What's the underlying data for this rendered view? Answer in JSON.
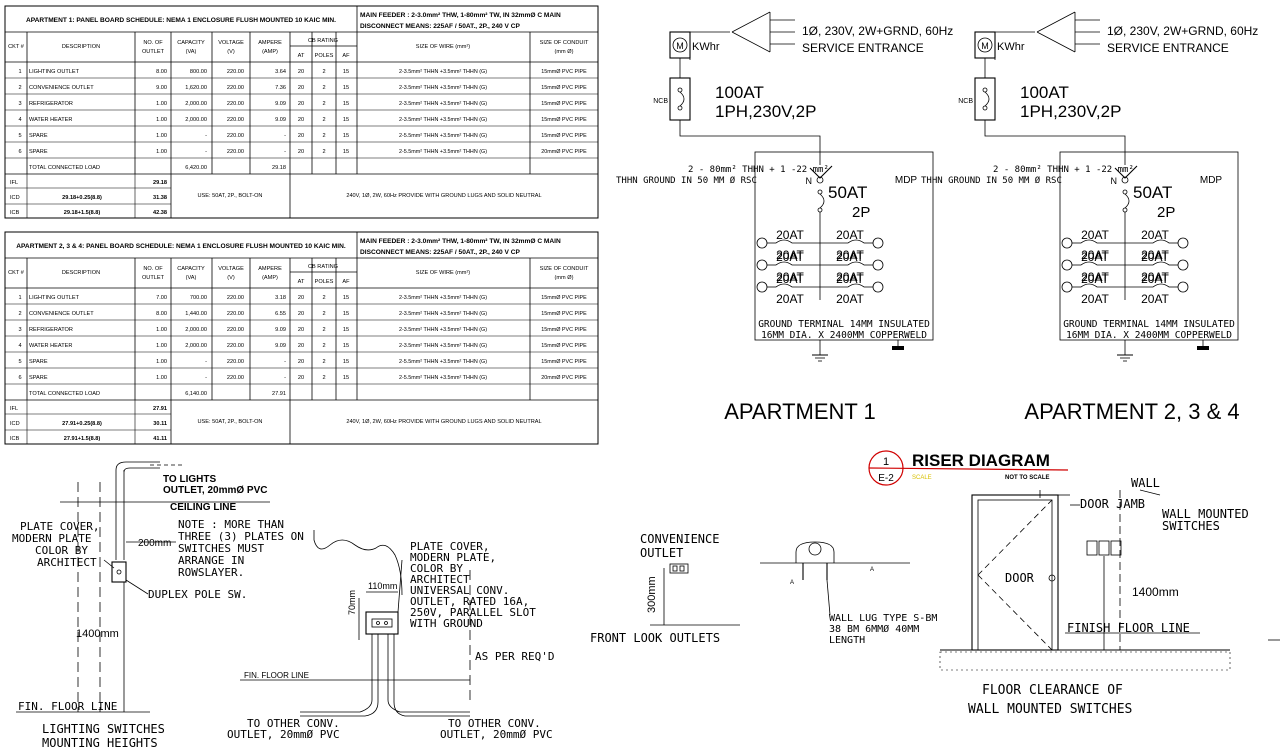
{
  "sched": [
    {
      "title": "APARTMENT 1: PANEL BOARD SCHEDULE: NEMA 1 ENCLOSURE FLUSH MOUNTED 10 KAIC MIN.",
      "feeder1": "MAIN FEEDER : 2-3.0mm² THW, 1-80mm² TW, IN 32mmØ C MAIN",
      "feeder2": "DISCONNECT MEANS: 225AF / 50AT., 2P., 240 V CP",
      "headers": {
        "ckt": "CKT #",
        "desc": "DESCRIPTION",
        "outlet1": "NO. OF",
        "outlet2": "OUTLET",
        "cap1": "CAPACITY",
        "cap2": "(VA)",
        "volt1": "VOLTAGE",
        "volt2": "(V)",
        "amp1": "AMPERE",
        "amp2": "(AMP)",
        "cb": "CB RATING",
        "at": "AT",
        "poles": "POLES",
        "af": "AF",
        "wire": "SIZE OF WIRE (mm²)",
        "cond1": "SIZE OF CONDUIT",
        "cond2": "(mm Ø)"
      },
      "rows": [
        {
          "n": "1",
          "d": "LIGHTING OUTLET",
          "o": "8.00",
          "c": "800.00",
          "v": "220.00",
          "a": "3.64",
          "at": "20",
          "p": "2",
          "af": "15",
          "w": "2-3.5mm² THHN +3.5mm² THHN (G)",
          "cd": "15mmØ PVC PIPE"
        },
        {
          "n": "2",
          "d": "CONVENIENCE OUTLET",
          "o": "9.00",
          "c": "1,620.00",
          "v": "220.00",
          "a": "7.36",
          "at": "20",
          "p": "2",
          "af": "15",
          "w": "2-3.5mm² THHN +3.5mm² THHN (G)",
          "cd": "15mmØ PVC PIPE"
        },
        {
          "n": "3",
          "d": "REFRIGERATOR",
          "o": "1.00",
          "c": "2,000.00",
          "v": "220.00",
          "a": "9.09",
          "at": "20",
          "p": "2",
          "af": "15",
          "w": "2-3.5mm² THHN +3.5mm² THHN (G)",
          "cd": "15mmØ PVC PIPE"
        },
        {
          "n": "4",
          "d": "WATER HEATER",
          "o": "1.00",
          "c": "2,000.00",
          "v": "220.00",
          "a": "9.09",
          "at": "20",
          "p": "2",
          "af": "15",
          "w": "2-3.5mm² THHN +3.5mm² THHN (G)",
          "cd": "15mmØ PVC PIPE"
        },
        {
          "n": "5",
          "d": "SPARE",
          "o": "1.00",
          "c": "-",
          "v": "220.00",
          "a": "-",
          "at": "20",
          "p": "2",
          "af": "15",
          "w": "2-5.5mm² THHN +3.5mm² THHN (G)",
          "cd": "15mmØ PVC PIPE"
        },
        {
          "n": "6",
          "d": "SPARE",
          "o": "1.00",
          "c": "-",
          "v": "220.00",
          "a": "-",
          "at": "20",
          "p": "2",
          "af": "15",
          "w": "2-5.5mm² THHN +3.5mm² THHN (G)",
          "cd": "20mmØ PVC PIPE"
        }
      ],
      "total_label": "TOTAL CONNECTED LOAD",
      "total_va": "6,420.00",
      "total_amp": "29.18",
      "ifl_label": "IFL",
      "ifl": "29.18",
      "icd_label": "ICD",
      "icd_formula": "29.18+0.25(8.8)",
      "icd": "31.38",
      "icb_label": "ICB",
      "icb_formula": "29.18+1.5(8.8)",
      "icb": "42.38",
      "use": "USE: 50AT, 2P., BOLT-ON",
      "note": "240V, 1Ø, 2W, 60Hz PROVIDE WITH GROUND LUGS AND SOLID NEUTRAL"
    },
    {
      "title": "APARTMENT 2, 3 & 4: PANEL BOARD SCHEDULE: NEMA 1 ENCLOSURE FLUSH MOUNTED 10 KAIC MIN.",
      "feeder1": "MAIN FEEDER : 2-3.0mm² THW, 1-80mm² TW, IN 32mmØ C MAIN",
      "feeder2": "DISCONNECT MEANS: 225AF / 50AT., 2P., 240 V CP",
      "headers": {
        "ckt": "CKT #",
        "desc": "DESCRIPTION",
        "outlet1": "NO. OF",
        "outlet2": "OUTLET",
        "cap1": "CAPACITY",
        "cap2": "(VA)",
        "volt1": "VOLTAGE",
        "volt2": "(V)",
        "amp1": "AMPERE",
        "amp2": "(AMP)",
        "cb": "CB RATING",
        "at": "AT",
        "poles": "POLES",
        "af": "AF",
        "wire": "SIZE OF WIRE (mm²)",
        "cond1": "SIZE OF CONDUIT",
        "cond2": "(mm Ø)"
      },
      "rows": [
        {
          "n": "1",
          "d": "LIGHTING OUTLET",
          "o": "7.00",
          "c": "700.00",
          "v": "220.00",
          "a": "3.18",
          "at": "20",
          "p": "2",
          "af": "15",
          "w": "2-3.5mm² THHN +3.5mm² THHN (G)",
          "cd": "15mmØ PVC PIPE"
        },
        {
          "n": "2",
          "d": "CONVENIENCE OUTLET",
          "o": "8.00",
          "c": "1,440.00",
          "v": "220.00",
          "a": "6.55",
          "at": "20",
          "p": "2",
          "af": "15",
          "w": "2-3.5mm² THHN +3.5mm² THHN (G)",
          "cd": "15mmØ PVC PIPE"
        },
        {
          "n": "3",
          "d": "REFRIGERATOR",
          "o": "1.00",
          "c": "2,000.00",
          "v": "220.00",
          "a": "9.09",
          "at": "20",
          "p": "2",
          "af": "15",
          "w": "2-3.5mm² THHN +3.5mm² THHN (G)",
          "cd": "15mmØ PVC PIPE"
        },
        {
          "n": "4",
          "d": "WATER HEATER",
          "o": "1.00",
          "c": "2,000.00",
          "v": "220.00",
          "a": "9.09",
          "at": "20",
          "p": "2",
          "af": "15",
          "w": "2-3.5mm² THHN +3.5mm² THHN (G)",
          "cd": "15mmØ PVC PIPE"
        },
        {
          "n": "5",
          "d": "SPARE",
          "o": "1.00",
          "c": "-",
          "v": "220.00",
          "a": "-",
          "at": "20",
          "p": "2",
          "af": "15",
          "w": "2-5.5mm² THHN +3.5mm² THHN (G)",
          "cd": "15mmØ PVC PIPE"
        },
        {
          "n": "6",
          "d": "SPARE",
          "o": "1.00",
          "c": "-",
          "v": "220.00",
          "a": "-",
          "at": "20",
          "p": "2",
          "af": "15",
          "w": "2-5.5mm² THHN +3.5mm² THHN (G)",
          "cd": "20mmØ PVC PIPE"
        }
      ],
      "total_label": "TOTAL CONNECTED LOAD",
      "total_va": "6,140.00",
      "total_amp": "27.91",
      "ifl_label": "IFL",
      "ifl": "27.91",
      "icd_label": "ICD",
      "icd_formula": "27.91+0.25(8.8)",
      "icd": "30.11",
      "icb_label": "ICB",
      "icb_formula": "27.91+1.5(8.8)",
      "icb": "41.11",
      "use": "USE: 50AT, 2P., BOLT-ON",
      "note": "240V, 1Ø, 2W, 60Hz PROVIDE WITH GROUND LUGS AND SOLID NEUTRAL"
    }
  ],
  "riser": {
    "service1": "1Ø, 230V, 2W+GRND, 60Hz",
    "service2": "SERVICE ENTRANCE",
    "meter_m": "M",
    "kwhr": "KWhr",
    "ncb": "NCB",
    "main1": "100AT",
    "main2": "1PH,230V,2P",
    "feeder1": "2 - 80mm² THHN + 1 -22 mm²",
    "feeder2": "THHN GROUND IN 50 MM Ø RSC",
    "n": "N",
    "mdp": "MDP",
    "mdp_at": "50AT",
    "mdp_p": "2P",
    "branch": "20AT",
    "ground1": "GROUND TERMINAL 14MM INSULATED",
    "ground2": "16MM DIA. X 2400MM COPPERWELD",
    "label_a": "APARTMENT 1",
    "label_b": "APARTMENT 2, 3 & 4",
    "title_num": "1",
    "title_sheet": "E-2",
    "title": "RISER DIAGRAM",
    "scale": "SCALE",
    "not_to_scale": "NOT TO SCALE"
  },
  "details": {
    "to_lights1": "TO LIGHTS",
    "to_lights2": "OUTLET, 20mmØ PVC",
    "ceiling": "CEILING LINE",
    "plate1": "PLATE COVER,",
    "plate2": "MODERN PLATE",
    "plate3": "COLOR BY",
    "plate4": "ARCHITECT",
    "dim200": "200mm",
    "note1": "NOTE : MORE THAN",
    "note2": "THREE (3) PLATES ON",
    "note3": "SWITCHES MUST",
    "note4": "ARRANGE IN",
    "note5": "ROWSLAYER.",
    "duplex": "DUPLEX POLE SW.",
    "dim1400": "1400mm",
    "fin_floor": "FIN. FLOOR LINE",
    "ls1": "LIGHTING SWITCHES",
    "ls2": "MOUNTING HEIGHTS",
    "pc1": "PLATE COVER,",
    "pc2": "MODERN PLATE,",
    "pc3": "COLOR BY",
    "pc4": "ARCHITECT",
    "uc1": "UNIVERSAL CONV.",
    "uc2": "OUTLET, RATED 16A,",
    "uc3": "250V, PARALLEL SLOT",
    "uc4": "WITH GROUND",
    "dim110": "110mm",
    "dim70": "70mm",
    "as_per": "AS PER REQ'D",
    "fin_floor2": "FIN. FLOOR LINE",
    "to_conv_a1": "TO OTHER CONV.",
    "to_conv_a2": "OUTLET, 20mmØ PVC",
    "to_conv_b1": "TO OTHER CONV.",
    "to_conv_b2": "OUTLET, 20mmØ PVC",
    "conv1": "CONVENIENCE",
    "conv2": "OUTLET",
    "dim300": "300mm",
    "front": "FRONT LOOK OUTLETS",
    "lug1": "WALL LUG TYPE S-BM",
    "lug2": "38 BM 6MMØ 40MM",
    "lug3": "LENGTH",
    "wall": "WALL",
    "jamb": "DOOR JAMB",
    "wms1": "WALL MOUNTED",
    "wms2": "SWITCHES",
    "door": "DOOR",
    "dim1400b": "1400mm",
    "finish_floor": "FINISH FLOOR LINE",
    "fc1": "FLOOR CLEARANCE OF",
    "fc2": "WALL MOUNTED SWITCHES"
  }
}
